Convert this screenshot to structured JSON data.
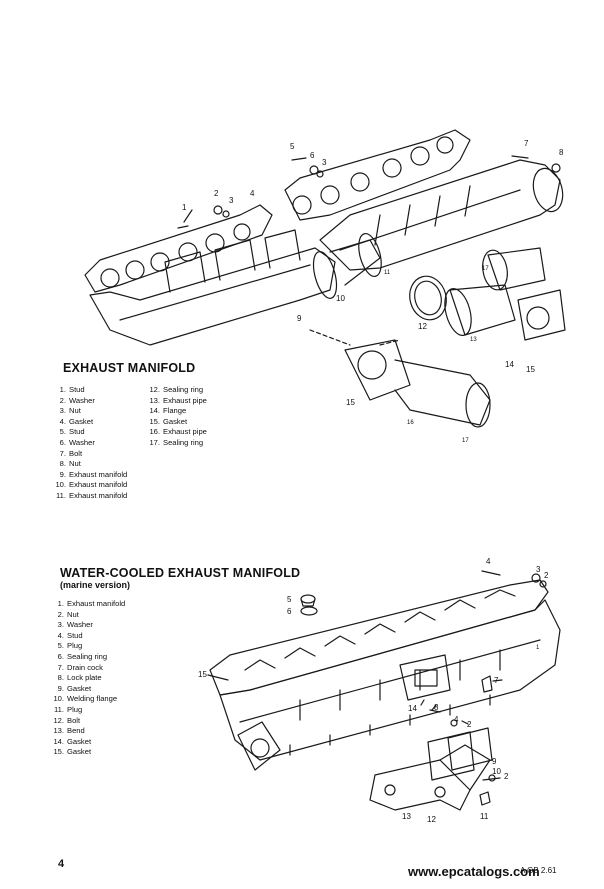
{
  "sections": [
    {
      "title": "EXHAUST MANIFOLD",
      "subtitle": "",
      "parts_left": [
        {
          "num": "1.",
          "name": "Stud"
        },
        {
          "num": "2.",
          "name": "Washer"
        },
        {
          "num": "3.",
          "name": "Nut"
        },
        {
          "num": "4.",
          "name": "Gasket"
        },
        {
          "num": "5.",
          "name": "Stud"
        },
        {
          "num": "6.",
          "name": "Washer"
        },
        {
          "num": "7.",
          "name": "Bolt"
        },
        {
          "num": "8.",
          "name": "Nut"
        },
        {
          "num": "9.",
          "name": "Exhaust manifold"
        },
        {
          "num": "10.",
          "name": "Exhaust manifold"
        },
        {
          "num": "11.",
          "name": "Exhaust manifold"
        }
      ],
      "parts_right": [
        {
          "num": "12.",
          "name": "Sealing ring"
        },
        {
          "num": "13.",
          "name": "Exhaust pipe"
        },
        {
          "num": "14.",
          "name": "Flange"
        },
        {
          "num": "15.",
          "name": "Gasket"
        },
        {
          "num": "16.",
          "name": "Exhaust pipe"
        },
        {
          "num": "17.",
          "name": "Sealing ring"
        }
      ],
      "callouts": [
        "1",
        "2",
        "3",
        "4",
        "5",
        "6",
        "3",
        "7",
        "8",
        "9",
        "10",
        "11",
        "12",
        "13",
        "14",
        "15",
        "15",
        "17",
        "16",
        "17"
      ]
    },
    {
      "title": "WATER-COOLED EXHAUST MANIFOLD",
      "subtitle": "(marine version)",
      "parts": [
        {
          "num": "1.",
          "name": "Exhaust manifold"
        },
        {
          "num": "2.",
          "name": "Nut"
        },
        {
          "num": "3.",
          "name": "Washer"
        },
        {
          "num": "4.",
          "name": "Stud"
        },
        {
          "num": "5.",
          "name": "Plug"
        },
        {
          "num": "6.",
          "name": "Sealing ring"
        },
        {
          "num": "7.",
          "name": "Drain cock"
        },
        {
          "num": "8.",
          "name": "Lock plate"
        },
        {
          "num": "9.",
          "name": "Gasket"
        },
        {
          "num": "10.",
          "name": "Welding flange"
        },
        {
          "num": "11.",
          "name": "Plug"
        },
        {
          "num": "12.",
          "name": "Bolt"
        },
        {
          "num": "13.",
          "name": "Bend"
        },
        {
          "num": "14.",
          "name": "Gasket"
        },
        {
          "num": "15.",
          "name": "Gasket"
        }
      ],
      "callouts": [
        "4",
        "3",
        "2",
        "5",
        "6",
        "1",
        "15",
        "7",
        "14",
        "8",
        "4",
        "2",
        "9",
        "10",
        "2",
        "13",
        "12",
        "11"
      ]
    }
  ],
  "footer": {
    "page_number": "4",
    "code": "A GB 2.61",
    "watermark": "www.epcatalogs.com"
  }
}
